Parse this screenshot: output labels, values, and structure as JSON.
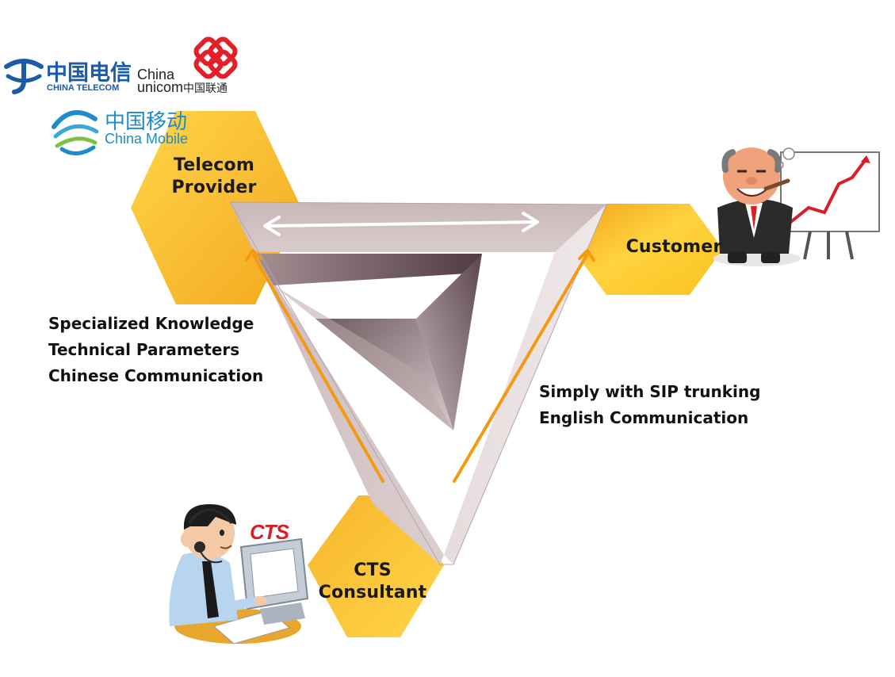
{
  "nodes": {
    "telecom": {
      "line1": "Telecom",
      "line2": "Provider"
    },
    "customer": {
      "label": "Customer"
    },
    "cts": {
      "line1": "CTS",
      "line2": "Consultant"
    }
  },
  "left_notes": [
    "Specialized Knowledge",
    "Technical Parameters",
    "Chinese Communication"
  ],
  "right_notes": [
    "Simply with SIP trunking",
    "English Communication"
  ],
  "logos": {
    "china_telecom": {
      "cn": "中国电信",
      "en": "CHINA TELECOM"
    },
    "china_unicom": {
      "en1": "China",
      "en2": "unicom",
      "cn": "中国联通"
    },
    "china_mobile": {
      "cn": "中国移动",
      "en": "China Mobile"
    },
    "cts_brand": "CTS"
  },
  "colors": {
    "hex_yellow": "#F9C31E",
    "hex_orange": "#F2A31C",
    "arrow_orange": "#F39A12",
    "telecom_blue": "#1A5BAA",
    "unicom_red": "#E2202A",
    "mobile_blue": "#1E8CC8"
  }
}
